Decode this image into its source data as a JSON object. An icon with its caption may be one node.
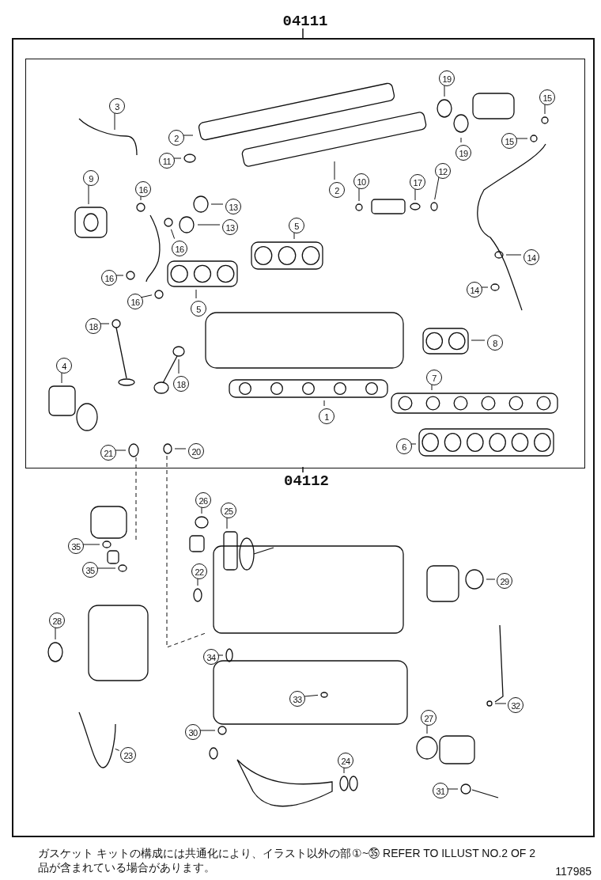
{
  "diagram": {
    "nodes": [
      {
        "text": [
          "04111"
        ]
      },
      {
        "text": [
          "04112"
        ],
        "in": 0
      },
      {
        "text": [
          "3"
        ],
        "in": 1
      },
      {
        "text": [
          "2"
        ],
        "in": 1
      },
      {
        "text": [
          "11"
        ],
        "in": 1
      },
      {
        "text": [
          "2"
        ],
        "in": 1
      },
      {
        "text": [
          "9"
        ],
        "in": 1
      },
      {
        "text": [
          "16"
        ],
        "in": 1
      },
      {
        "text": [
          "13"
        ],
        "in": 1
      },
      {
        "text": [
          "13"
        ],
        "in": 1
      },
      {
        "text": [
          "10"
        ],
        "in": 1
      },
      {
        "text": [
          "17"
        ],
        "in": 1
      },
      {
        "text": [
          "12"
        ],
        "in": 1
      },
      {
        "text": [
          "19"
        ],
        "in": 1
      },
      {
        "text": [
          "19"
        ],
        "in": 1
      },
      {
        "text": [
          "15"
        ],
        "in": 1
      },
      {
        "text": [
          "15"
        ],
        "in": 1
      },
      {
        "text": [
          "16"
        ],
        "in": 1
      },
      {
        "text": [
          "5"
        ],
        "in": 1
      },
      {
        "text": [
          "5"
        ],
        "in": 1
      },
      {
        "text": [
          "16"
        ],
        "in": 1
      },
      {
        "text": [
          "16"
        ],
        "in": 1
      },
      {
        "text": [
          "14"
        ],
        "in": 1
      },
      {
        "text": [
          "14"
        ],
        "in": 1
      },
      {
        "text": [
          "18"
        ],
        "in": 1
      },
      {
        "text": [
          "18"
        ],
        "in": 1
      },
      {
        "text": [
          "8"
        ],
        "in": 1
      },
      {
        "text": [
          "4"
        ],
        "in": 1
      },
      {
        "text": [
          "7"
        ],
        "in": 1
      },
      {
        "text": [
          "1"
        ],
        "in": 1
      },
      {
        "text": [
          "6"
        ],
        "in": 1
      },
      {
        "text": [
          "21"
        ],
        "in": 1
      },
      {
        "text": [
          "20"
        ],
        "in": 1
      },
      {
        "text": [
          "26"
        ],
        "in": 0
      },
      {
        "text": [
          "25"
        ],
        "in": 0
      },
      {
        "text": [
          "35"
        ],
        "in": 0
      },
      {
        "text": [
          "35"
        ],
        "in": 0
      },
      {
        "text": [
          "22"
        ],
        "in": 0
      },
      {
        "text": [
          "29"
        ],
        "in": 0
      },
      {
        "text": [
          "28"
        ],
        "in": 0
      },
      {
        "text": [
          "34"
        ],
        "in": 0
      },
      {
        "text": [
          "33"
        ],
        "in": 0
      },
      {
        "text": [
          "32"
        ],
        "in": 0
      },
      {
        "text": [
          "27"
        ],
        "in": 0
      },
      {
        "text": [
          "30"
        ],
        "in": 0
      },
      {
        "text": [
          "23"
        ],
        "in": 0
      },
      {
        "text": [
          "24"
        ],
        "in": 0
      },
      {
        "text": [
          "31"
        ],
        "in": 0
      }
    ],
    "edges": [
      {
        "from": 2,
        "to": null,
        "arrow": "none"
      },
      {
        "from": 3,
        "to": null,
        "arrow": "none"
      },
      {
        "from": 4,
        "to": null,
        "arrow": "none"
      },
      {
        "from": 5,
        "to": null,
        "arrow": "none"
      },
      {
        "from": 6,
        "to": null,
        "arrow": "none"
      },
      {
        "from": 7,
        "to": null,
        "arrow": "none"
      },
      {
        "from": 8,
        "to": null,
        "arrow": "none"
      },
      {
        "from": 9,
        "to": null,
        "arrow": "none"
      },
      {
        "from": 10,
        "to": null,
        "arrow": "none"
      },
      {
        "from": 11,
        "to": null,
        "arrow": "none"
      },
      {
        "from": 12,
        "to": null,
        "arrow": "none"
      },
      {
        "from": 13,
        "to": null,
        "arrow": "none"
      },
      {
        "from": 14,
        "to": null,
        "arrow": "none"
      },
      {
        "from": 15,
        "to": null,
        "arrow": "none"
      },
      {
        "from": 16,
        "to": null,
        "arrow": "none"
      },
      {
        "from": 17,
        "to": null,
        "arrow": "none"
      },
      {
        "from": 18,
        "to": null,
        "arrow": "none"
      },
      {
        "from": 19,
        "to": null,
        "arrow": "none"
      },
      {
        "from": 20,
        "to": null,
        "arrow": "none"
      },
      {
        "from": 21,
        "to": null,
        "arrow": "none"
      },
      {
        "from": 22,
        "to": null,
        "arrow": "none"
      },
      {
        "from": 23,
        "to": null,
        "arrow": "none"
      },
      {
        "from": 24,
        "to": null,
        "arrow": "none"
      },
      {
        "from": 25,
        "to": null,
        "arrow": "none"
      },
      {
        "from": 26,
        "to": null,
        "arrow": "none"
      },
      {
        "from": 27,
        "to": null,
        "arrow": "none"
      },
      {
        "from": 28,
        "to": null,
        "arrow": "none"
      },
      {
        "from": 29,
        "to": null,
        "arrow": "none"
      },
      {
        "from": 30,
        "to": null,
        "arrow": "none"
      },
      {
        "from": 31,
        "to": null,
        "arrow": "none"
      },
      {
        "from": 32,
        "to": null,
        "arrow": "none"
      },
      {
        "from": 33,
        "to": null,
        "arrow": "none"
      },
      {
        "from": 34,
        "to": null,
        "arrow": "none"
      },
      {
        "from": 35,
        "to": null,
        "arrow": "none"
      },
      {
        "from": 36,
        "to": null,
        "arrow": "none"
      },
      {
        "from": 37,
        "to": null,
        "arrow": "none"
      },
      {
        "from": 38,
        "to": null,
        "arrow": "none"
      },
      {
        "from": 39,
        "to": null,
        "arrow": "none"
      },
      {
        "from": 40,
        "to": null,
        "arrow": "none"
      },
      {
        "from": 41,
        "to": null,
        "arrow": "none"
      },
      {
        "from": 42,
        "to": null,
        "arrow": "none"
      },
      {
        "from": 43,
        "to": null,
        "arrow": "none"
      },
      {
        "from": 44,
        "to": null,
        "arrow": "none"
      },
      {
        "from": 45,
        "to": null,
        "arrow": "none"
      },
      {
        "from": 46,
        "to": null,
        "arrow": "none"
      },
      {
        "from": 47,
        "to": null,
        "arrow": "none"
      }
    ],
    "labels": [
      "ガスケット キットの構成には共通化により、イラスト以外の部品が含まれている場合があります。",
      "①~㉟ REFER TO ILLUST NO.2 OF 2",
      "117985"
    ]
  }
}
